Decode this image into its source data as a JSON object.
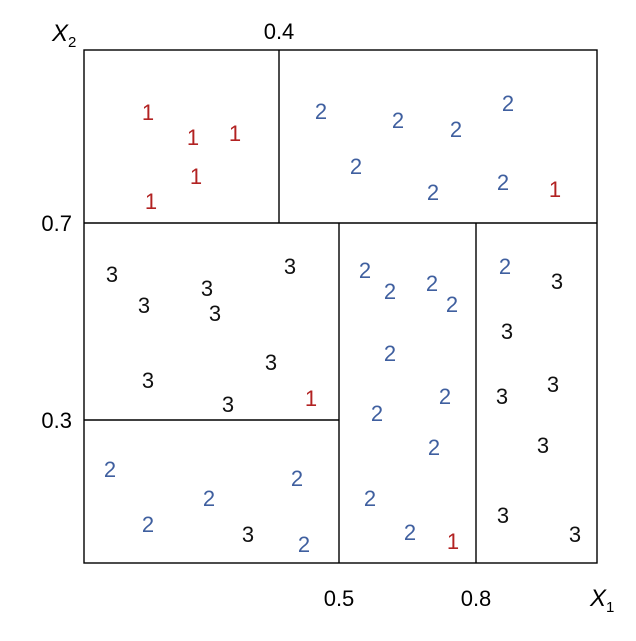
{
  "diagram": {
    "x_axis": {
      "name": "X",
      "subscript": "1",
      "ticks": [
        "0.5",
        "0.8"
      ]
    },
    "y_axis": {
      "name": "X",
      "subscript": "2",
      "ticks": [
        "0.7",
        "0.3"
      ]
    },
    "top_tick": "0.4",
    "colors": {
      "1": "#b22222",
      "2": "#3f5f9f",
      "3": "#111111"
    },
    "points": [
      {
        "label": "1",
        "cls": "1"
      },
      {
        "label": "1",
        "cls": "1"
      },
      {
        "label": "1",
        "cls": "1"
      },
      {
        "label": "1",
        "cls": "1"
      },
      {
        "label": "1",
        "cls": "1"
      },
      {
        "label": "2",
        "cls": "2"
      },
      {
        "label": "2",
        "cls": "2"
      },
      {
        "label": "2",
        "cls": "2"
      },
      {
        "label": "2",
        "cls": "2"
      },
      {
        "label": "2",
        "cls": "2"
      },
      {
        "label": "2",
        "cls": "2"
      },
      {
        "label": "2",
        "cls": "2"
      },
      {
        "label": "1",
        "cls": "1"
      },
      {
        "label": "3",
        "cls": "3"
      },
      {
        "label": "3",
        "cls": "3"
      },
      {
        "label": "3",
        "cls": "3"
      },
      {
        "label": "3",
        "cls": "3"
      },
      {
        "label": "3",
        "cls": "3"
      },
      {
        "label": "3",
        "cls": "3"
      },
      {
        "label": "3",
        "cls": "3"
      },
      {
        "label": "3",
        "cls": "3"
      },
      {
        "label": "1",
        "cls": "1"
      },
      {
        "label": "2",
        "cls": "2"
      },
      {
        "label": "2",
        "cls": "2"
      },
      {
        "label": "2",
        "cls": "2"
      },
      {
        "label": "2",
        "cls": "2"
      },
      {
        "label": "2",
        "cls": "2"
      },
      {
        "label": "2",
        "cls": "2"
      },
      {
        "label": "2",
        "cls": "2"
      },
      {
        "label": "2",
        "cls": "2"
      },
      {
        "label": "2",
        "cls": "2"
      },
      {
        "label": "2",
        "cls": "2"
      },
      {
        "label": "1",
        "cls": "1"
      },
      {
        "label": "2",
        "cls": "2"
      },
      {
        "label": "3",
        "cls": "3"
      },
      {
        "label": "3",
        "cls": "3"
      },
      {
        "label": "3",
        "cls": "3"
      },
      {
        "label": "3",
        "cls": "3"
      },
      {
        "label": "3",
        "cls": "3"
      },
      {
        "label": "3",
        "cls": "3"
      },
      {
        "label": "3",
        "cls": "3"
      },
      {
        "label": "2",
        "cls": "2"
      },
      {
        "label": "2",
        "cls": "2"
      },
      {
        "label": "2",
        "cls": "2"
      },
      {
        "label": "2",
        "cls": "2"
      },
      {
        "label": "2",
        "cls": "2"
      },
      {
        "label": "3",
        "cls": "3"
      }
    ]
  }
}
